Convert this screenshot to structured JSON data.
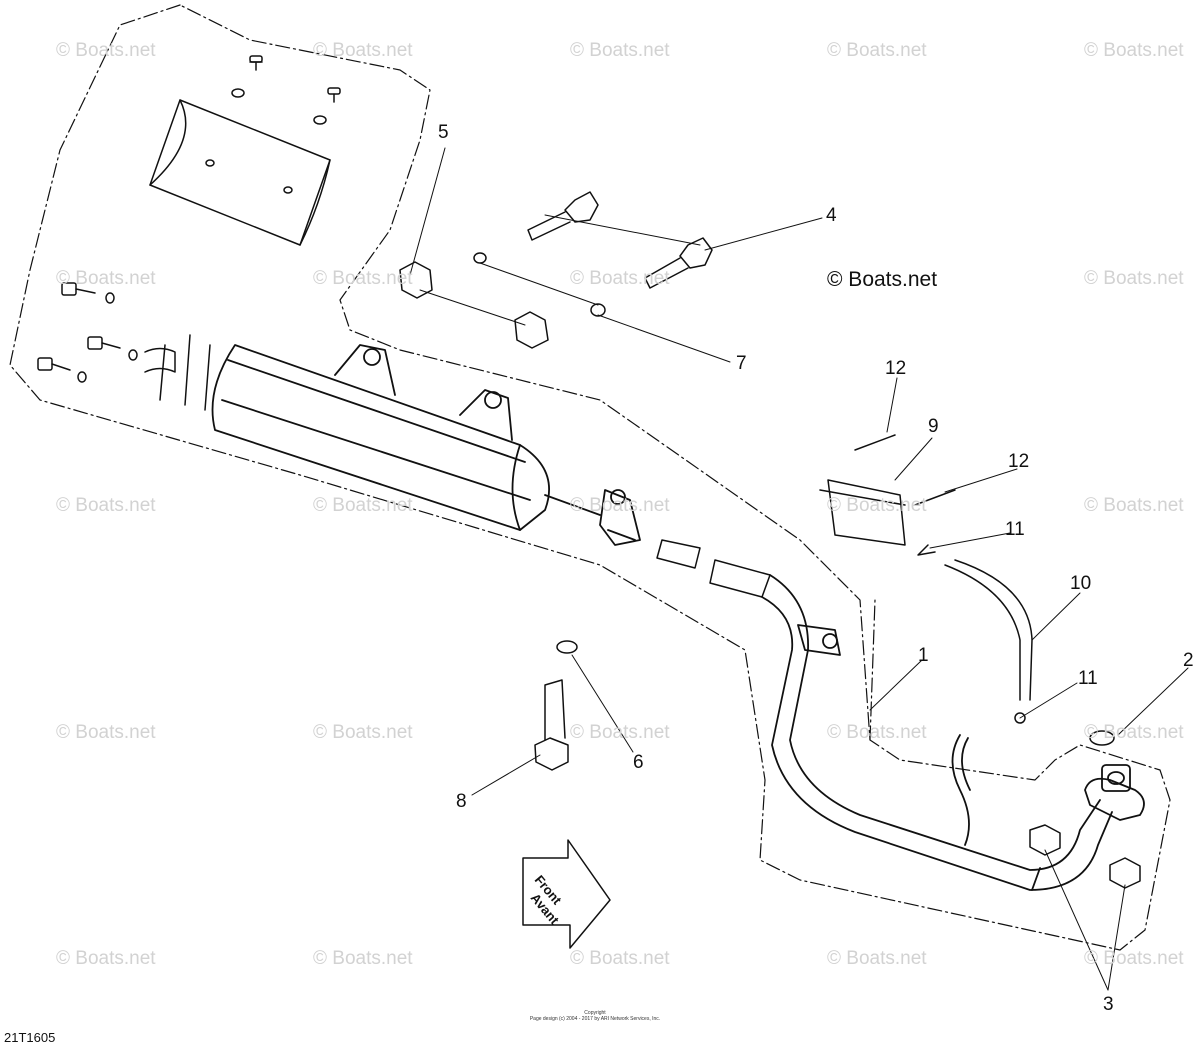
{
  "diagram_code": "21T1605",
  "watermark": {
    "text": "© Boats.net",
    "main_text": "© Boats.net"
  },
  "copyright": {
    "line1": "Copyright",
    "line2": "Page design (c) 2004 - 2017 by ARI Network Services, Inc."
  },
  "front_arrow": {
    "line1": "Front",
    "line2": "Avant"
  },
  "callouts": [
    "1",
    "2",
    "3",
    "4",
    "5",
    "6",
    "7",
    "8",
    "9",
    "10",
    "11",
    "11",
    "12",
    "12"
  ]
}
